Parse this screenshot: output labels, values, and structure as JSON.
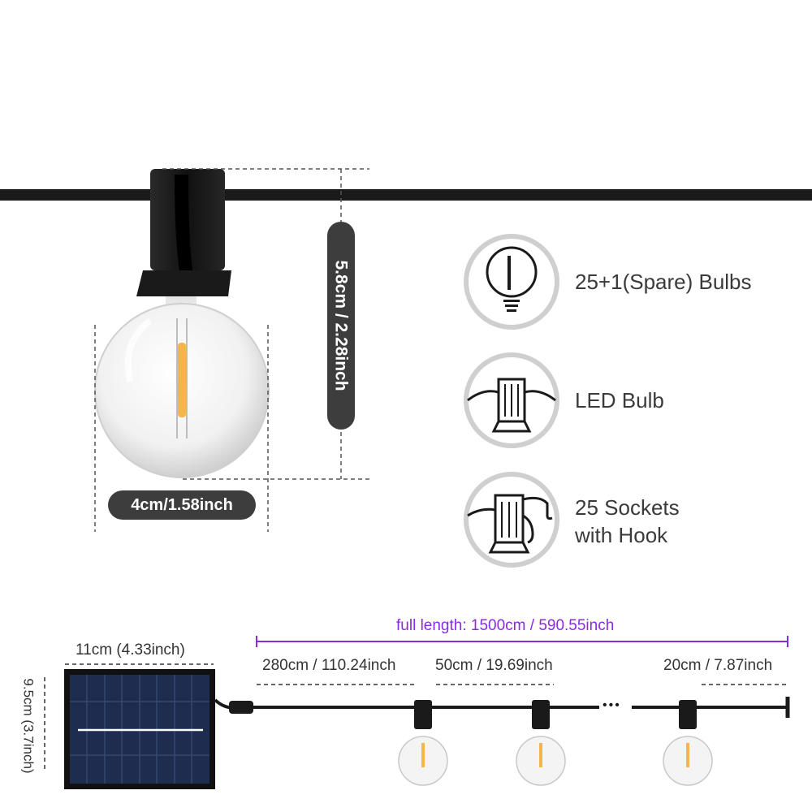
{
  "product": {
    "bulb_height": "5.8cm / 2.28inch",
    "bulb_width": "4cm/1.58inch"
  },
  "features": [
    {
      "icon": "bulb-icon",
      "label": "25+1(Spare) Bulbs"
    },
    {
      "icon": "led-bulb-socket-icon",
      "label": "LED Bulb"
    },
    {
      "icon": "socket-hook-icon",
      "label_line1": "25 Sockets",
      "label_line2": "with Hook"
    }
  ],
  "solar_panel": {
    "width": "11cm (4.33inch)",
    "height": "9.5cm (3.7inch)"
  },
  "string": {
    "full_length": "full length: 1500cm / 590.55inch",
    "lead_cable": "280cm / 110.24inch",
    "bulb_spacing": "50cm / 19.69inch",
    "end_tail": "20cm / 7.87inch",
    "ellipsis": "•••"
  },
  "colors": {
    "cable": "#1a1a1a",
    "pill_bg": "#3d3d3d",
    "accent_purple": "#8a2be2",
    "filament": "#f5b548",
    "panel": "#1d2c4f"
  }
}
